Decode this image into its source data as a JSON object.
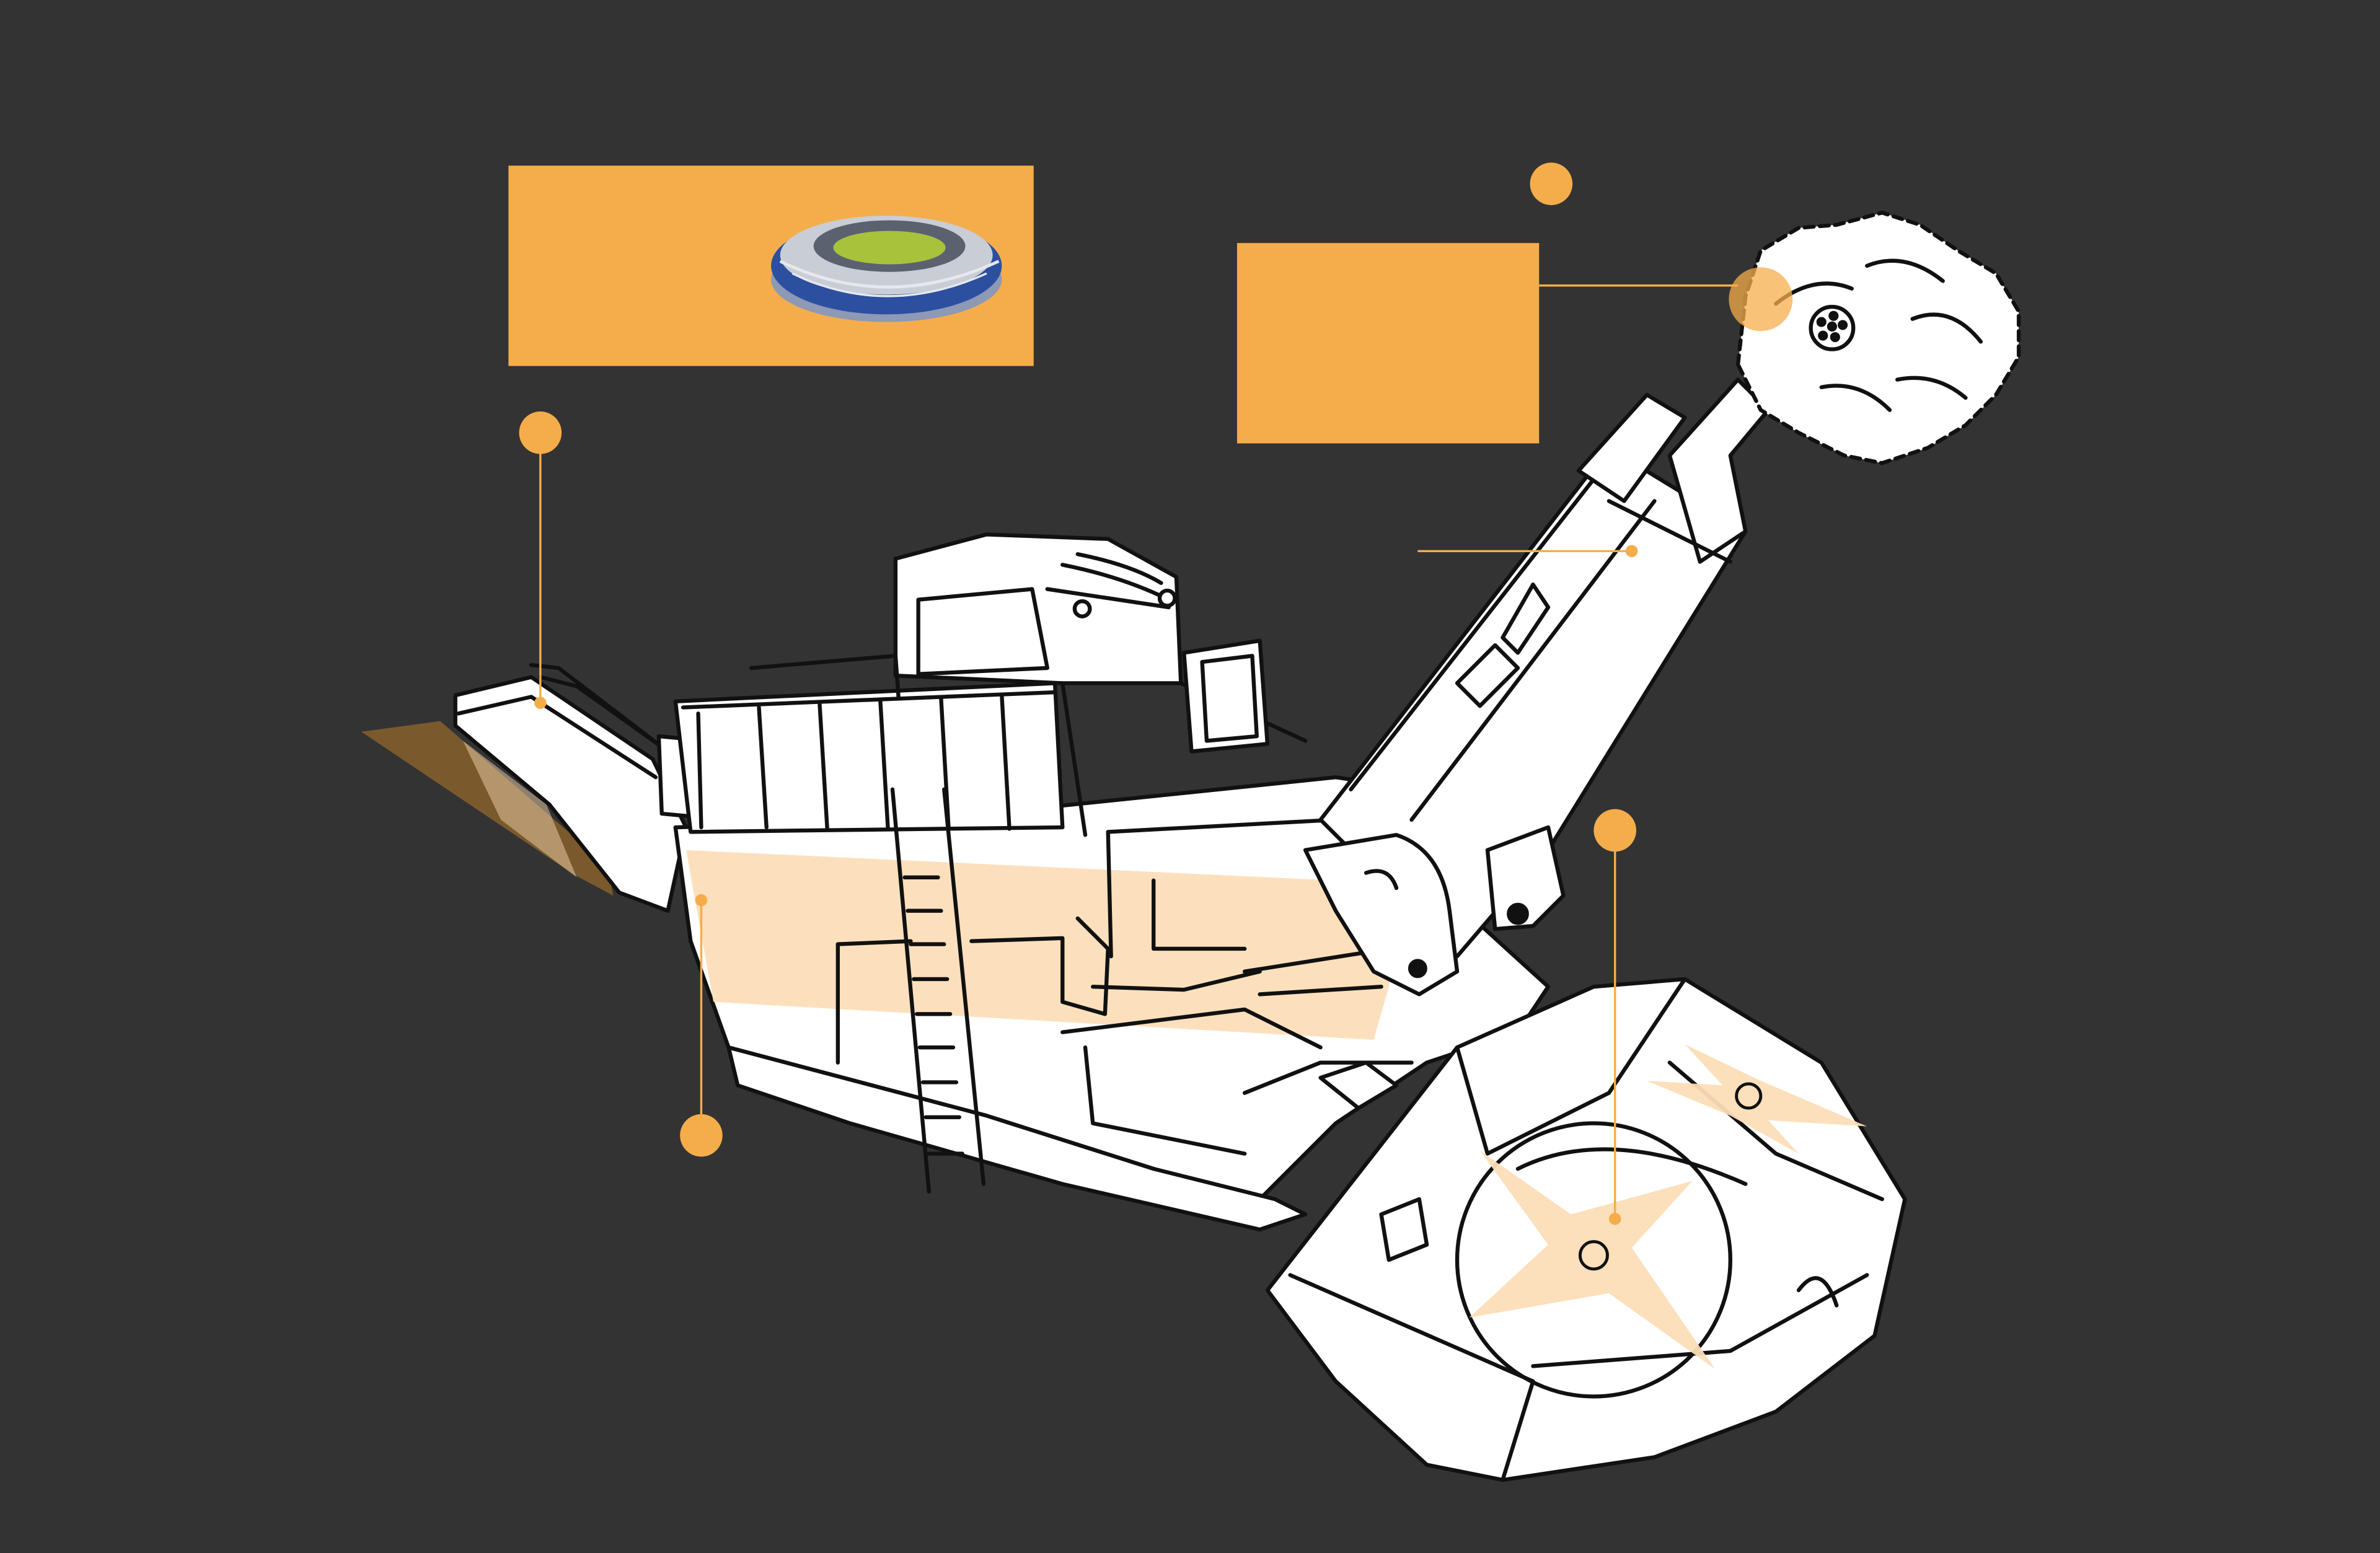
{
  "colors": {
    "background": "#333333",
    "accent": "#F5AD4B",
    "accent_light": "#FCDDB7",
    "accent_dark": "#7A5A2C",
    "line": "#111111",
    "fill": "#FFFFFF",
    "stadium_blue": "#2D4FA0",
    "stadium_green": "#A8C23C"
  },
  "callouts": [
    {
      "id": "feed-conveyor",
      "has_box": true,
      "box_contents": "stadium-thumbnail",
      "label": ""
    },
    {
      "id": "cutter-head",
      "has_box": true,
      "box_contents": "",
      "label": ""
    },
    {
      "id": "boom-arm",
      "has_box": false,
      "label": ""
    },
    {
      "id": "main-body",
      "has_box": false,
      "label": ""
    },
    {
      "id": "gathering-rotor",
      "has_box": false,
      "label": ""
    }
  ],
  "icons": {
    "stadium": "stadium-illustration",
    "machine": "mining-machine-illustration"
  }
}
